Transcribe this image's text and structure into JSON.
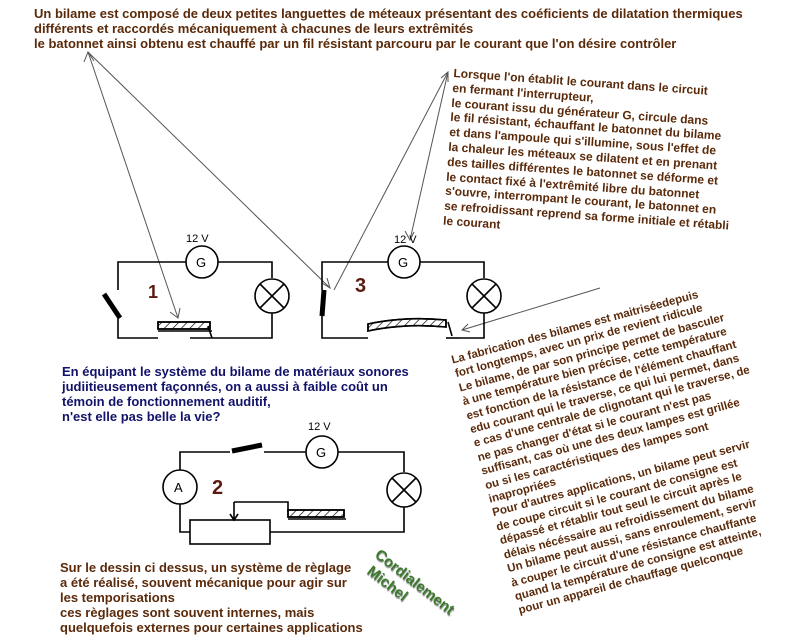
{
  "top_text": [
    "Un bilame est composé de deux petites languettes de méteaux présentant des coéficients de dilatation thermiques",
    "différents et raccordés mécaniquement à chacunes de leurs extrêmités",
    "le batonnet ainsi obtenu est chauffé par un fil résistant parcouru par le courant que l'on désire contrôler"
  ],
  "right_text_1": [
    "Lorsque l'on établit le courant dans le circuit",
    "en fermant l'interrupteur,",
    "le courant issu du générateur G, circule dans",
    "le fil résistant, échauffant le batonnet du bilame",
    "et dans l'ampoule qui s'illumine, sous l'effet de",
    "la chaleur les méteaux  se dilatent et en prenant",
    "des tailles différentes le batonnet se déforme et",
    "le contact fixé à l'extrêmité libre du batonnet",
    "s'ouvre, interrompant le courant, le batonnet en",
    "se  refroidissant reprend sa forme initiale et rétabli",
    "le courant"
  ],
  "middle_left_text": [
    "En équipant le système du bilame de matériaux sonores",
    "judiitieusement façonnés, on a aussi à faible coût un",
    "témoin de fonctionnement auditif,",
    "n'est elle pas belle la vie?"
  ],
  "right_text_2": [
    "La fabrication des bilames est maitriséedepuis",
    "fort longtemps, avec un prix de revient ridicule",
    "Le bilame, de par son principe permet de basculer",
    "à une température bien précise, cette température",
    "est fonction de la résistance de l'élément chauffant",
    "edu courant qui le traverse, ce qui lui permet, dans",
    "e cas d'une centrale de clignotant qui le traverse, de",
    "ne pas changer d'état si le courant n'est pas",
    "suffisant, cas où une des deux lampes est grillée",
    "ou si les caractéristiques des lampes sont",
    "inapropriées",
    "Pour d'autres applications, un bilame peut servir",
    "de coupe circuit si le courant de consigne est",
    "dépassé et rétablir tout seul le circuit après  le",
    "délais nécéssaire au refroidissement du bilame",
    "Un bilame peut aussi, sans enroulement, servir",
    "à couper le circuit d'une résistance chauffante",
    "quand la température de consigne est atteinte,",
    "pour un appareil de chauffage quelconque"
  ],
  "bottom_left_text": [
    "Sur le dessin ci dessus, un système de règlage",
    "a été réalisé, souvent mécanique pour agir sur",
    "les temporisations",
    "ces règlages sont souvent internes, mais",
    "quelquefois externes pour certaines applications"
  ],
  "signature": [
    "Cordialement",
    "Michel"
  ],
  "circuit_labels": {
    "voltage_1": "12  V",
    "voltage_3": "12  V",
    "voltage_2": "12 V",
    "generator": "G",
    "number_1": "1",
    "number_2": "2",
    "number_3": "3",
    "ammeter": "A"
  },
  "colors": {
    "brown_text": "#5a2a0a",
    "navy_text": "#12126b",
    "signature": "#3b7a2c",
    "number_label": "#5a1a10",
    "wire": "#000000"
  }
}
